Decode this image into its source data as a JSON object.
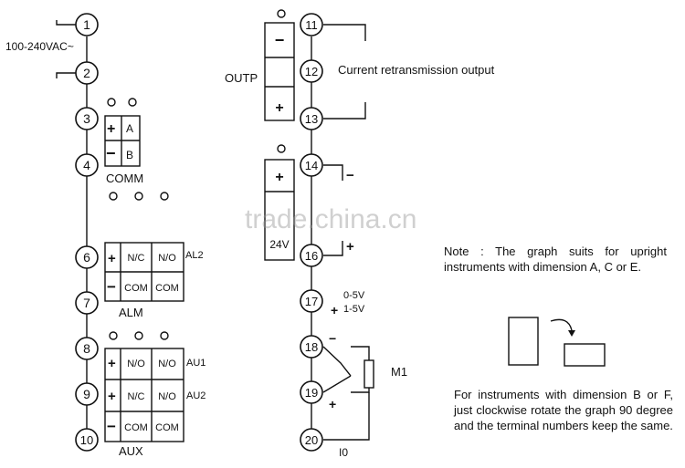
{
  "terminals": {
    "t1": "1",
    "t2": "2",
    "t3": "3",
    "t4": "4",
    "t6": "6",
    "t7": "7",
    "t8": "8",
    "t9": "9",
    "t10": "10",
    "t11": "11",
    "t12": "12",
    "t13": "13",
    "t14": "14",
    "t16": "16",
    "t17": "17",
    "t18": "18",
    "t19": "19",
    "t20": "20"
  },
  "labels": {
    "power": "100-240VAC~",
    "comm": "COMM",
    "comm_a": "A",
    "comm_b": "B",
    "alm": "ALM",
    "al2": "AL2",
    "aux": "AUX",
    "au1": "AU1",
    "au2": "AU2",
    "nc": "N/C",
    "no": "N/O",
    "com": "COM",
    "outp": "OUTP",
    "retrans": "Current retransmission output",
    "v24": "24V",
    "plus": "+",
    "minus": "−",
    "range_05": "0-5V",
    "range_15": "1-5V",
    "m1": "M1",
    "io": "I0"
  },
  "notes": {
    "note1": "Note : The graph suits for upright instruments with dimension A, C or E.",
    "note2": "For instruments with dimension B or F, just clockwise rotate the graph 90 degree and the terminal numbers keep the same."
  },
  "watermark": "trade.china.cn"
}
